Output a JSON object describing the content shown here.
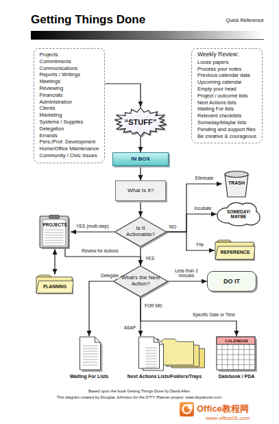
{
  "diagram": {
    "title": "Getting Things Done",
    "nodes": [
      {
        "text": [
          "Projects",
          "Commitments",
          "Communications",
          "Reports / Writings",
          "Meetings",
          "Reviewing",
          "Financials",
          "Administration",
          "Clients",
          "Marketing",
          "Systems / Supplies",
          "Delegation",
          "Errands",
          "Pers./Prof. Development",
          "Home/Office Maintenance",
          "Community / Civic Issues"
        ]
      },
      {
        "text": [
          "Weekly Review:",
          "Loose papers",
          "Process your notes",
          "Previous calendar data",
          "Upcoming calendar",
          "Empty your head",
          "Project / outcome lists",
          "Next Actions lists",
          "Waiting For lists",
          "Relevent checklists",
          "Someday/Maybe lists",
          "Pending and support files",
          "Be creative & courageous"
        ]
      },
      {
        "text": [
          "“STUFF”"
        ]
      },
      {
        "text": [
          "IN BOX"
        ]
      },
      {
        "text": [
          "What Is It?"
        ]
      },
      {
        "text": [
          "TRASH"
        ]
      },
      {
        "text": [
          "PROJECTS"
        ]
      },
      {
        "text": [
          "Is It Actionable?"
        ]
      },
      {
        "text": [
          "SOMEDAY/ MAYBE"
        ]
      },
      {
        "text": [
          "REFERENCE"
        ]
      },
      {
        "text": [
          "PLANNING"
        ]
      },
      {
        "text": [
          "What's the Next Action?"
        ]
      },
      {
        "text": [
          "DO IT"
        ]
      },
      {
        "text": [
          "Waiting For Lists"
        ]
      },
      {
        "text": [
          "Next Actions Lists/Folders/Trays"
        ]
      },
      {
        "text": [
          "CALENDAR",
          "Datebook / PDA"
        ]
      }
    ],
    "edges": [
      {
        "from": 0,
        "to": 2,
        "arrow": "to"
      },
      {
        "from": 2,
        "to": 3,
        "arrow": "to"
      },
      {
        "from": 3,
        "to": 4,
        "arrow": "to"
      },
      {
        "from": 4,
        "to": 7,
        "arrow": "to"
      },
      {
        "from": 7,
        "to": 5,
        "label": "Eliminate",
        "arrow": "to"
      },
      {
        "from": 7,
        "to": 8,
        "label": "Incubate",
        "arrow": "to"
      },
      {
        "from": 7,
        "to": 9,
        "label": "File",
        "arrow": "to"
      },
      {
        "from": 7,
        "to": 6,
        "label": "YES (multi-step)",
        "arrow": "to"
      },
      {
        "from": 6,
        "to": 10,
        "arrow": "both"
      },
      {
        "from": 6,
        "to": 11,
        "label": "Review for Actions",
        "arrow": "to"
      },
      {
        "from": 7,
        "to": 11,
        "label": "YES",
        "arrow": "to"
      },
      {
        "from": 11,
        "to": 12,
        "label": "Less than 2 minutes",
        "arrow": "to"
      },
      {
        "from": 11,
        "to": 13,
        "label": "Delegate",
        "arrow": "to"
      },
      {
        "from": 11,
        "to": 14,
        "label": "ASAP",
        "arrow": "to"
      },
      {
        "from": 11,
        "to": 15,
        "label": "Specific Date or Time",
        "arrow": "to"
      }
    ],
    "labels": [
      "Quick Reference",
      "NO",
      "FOR ME:",
      "Based upon the book Getting Things Done by David Allen",
      "This diagram created by Douglas Johnston for the D*I*Y Planner project: www.diyplanner.com",
      "Office教程网",
      "www.office26.com"
    ]
  }
}
